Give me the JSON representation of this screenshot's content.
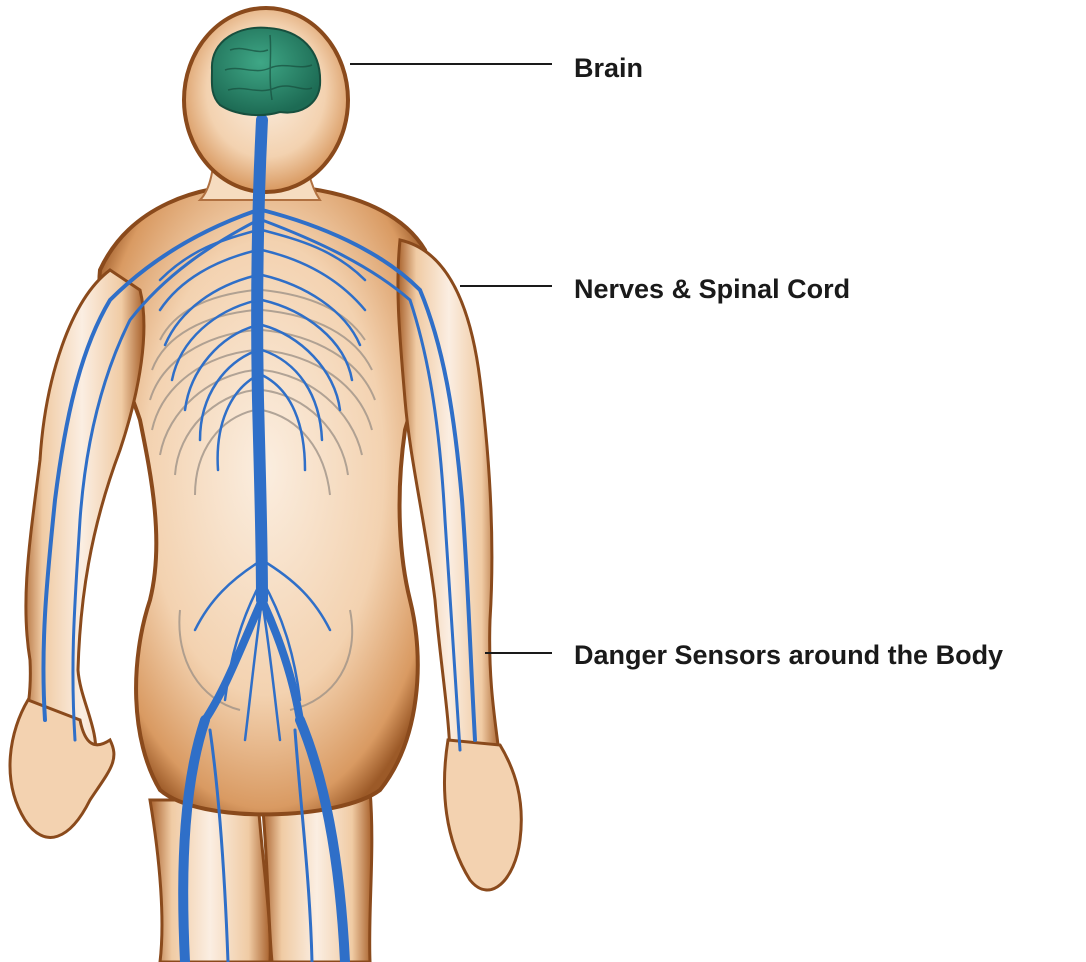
{
  "labels": {
    "brain": "Brain",
    "nerves": "Nerves & Spinal Cord",
    "danger": "Danger Sensors around the Body"
  },
  "colors": {
    "skin": "#e9bb8c",
    "skin_edge": "#8a4a1c",
    "nerve": "#2f6fc8",
    "brain": "#2b8a6e",
    "rib": "#9a8f85",
    "leader_line": "#1a1a1a",
    "label_text": "#1a1a1a"
  }
}
